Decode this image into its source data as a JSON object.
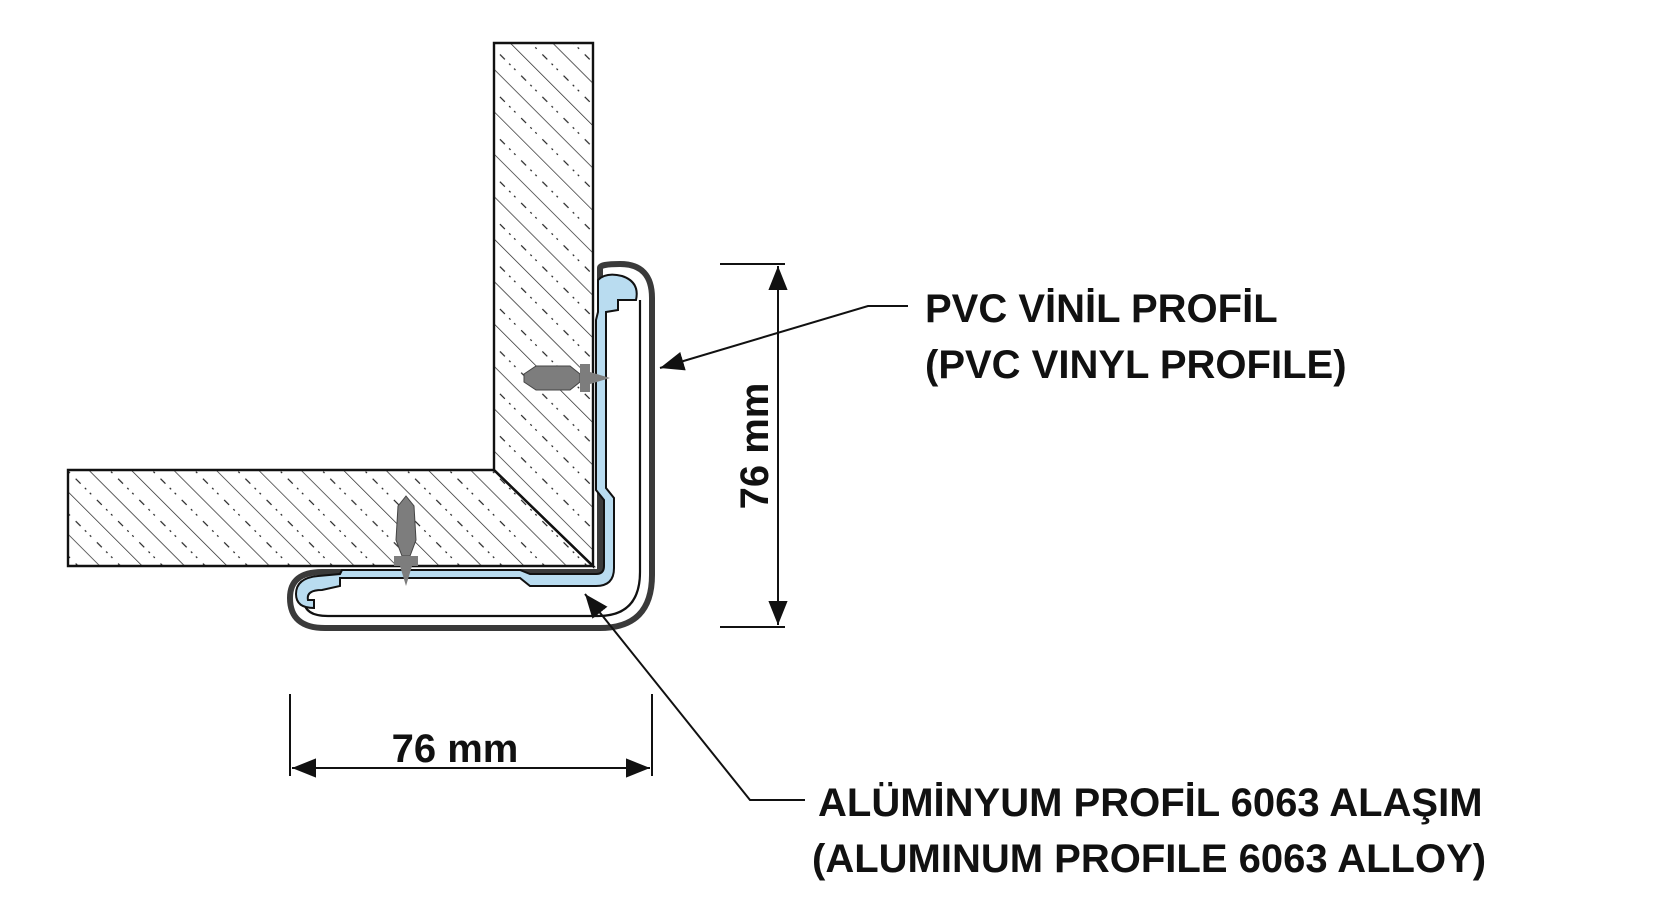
{
  "labels": {
    "pvc_line1": "PVC VİNİL PROFİL",
    "pvc_line2": "(PVC VINYL PROFILE)",
    "alu_line1": "ALÜMİNYUM PROFİL 6063 ALAŞIM",
    "alu_line2": "(ALUMINUM PROFILE 6063 ALLOY)"
  },
  "dimensions": {
    "vertical": "76 mm",
    "horizontal": "76 mm"
  },
  "colors": {
    "line": "#111111",
    "pvc_fill": "#b9dcf0",
    "aluminum": "#3a3a3a",
    "anchor": "#7d7d7d",
    "hatch": "#222222"
  }
}
